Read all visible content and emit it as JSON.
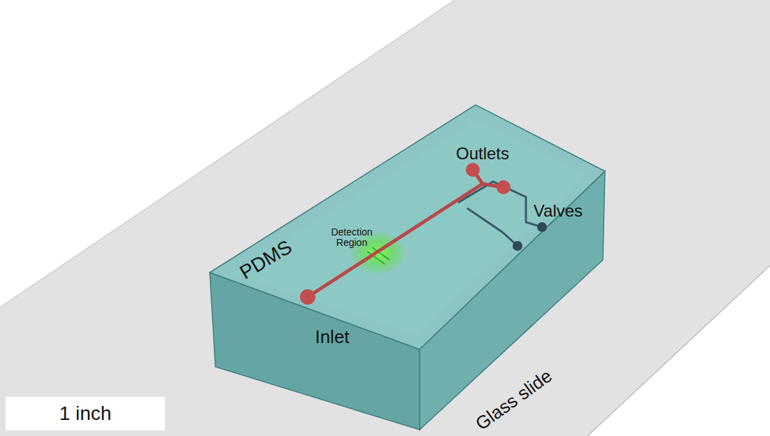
{
  "diagram": {
    "labels": [
      "Outlets",
      "Valves",
      "Detection Region",
      "PDMS",
      "Inlet",
      "Glass slide",
      "1 inch"
    ]
  }
}
